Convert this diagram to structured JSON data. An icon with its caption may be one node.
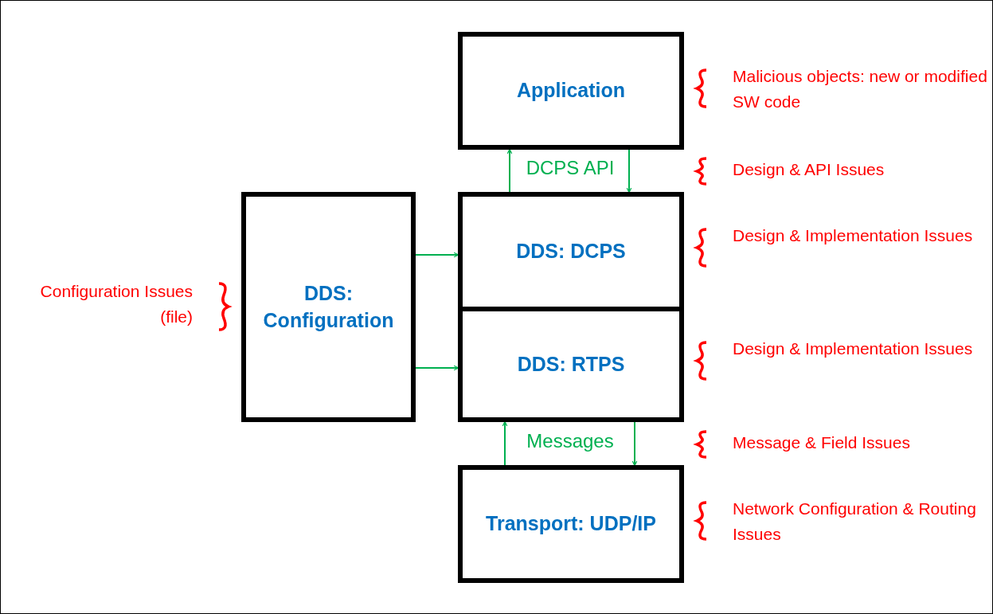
{
  "diagram": {
    "nodes": [
      {
        "text": [
          "Application"
        ],
        "beside": [
          "Malicious objects: new or modified SW code"
        ]
      },
      {
        "text": [
          "DDS: DCPS"
        ],
        "beside": [
          "Design & Implementation Issues"
        ]
      },
      {
        "text": [
          "DDS: RTPS"
        ],
        "beside": [
          "Design & Implementation Issues"
        ]
      },
      {
        "text": [
          "Transport: UDP/IP"
        ],
        "beside": [
          "Network Configuration & Routing Issues"
        ]
      },
      {
        "text": [
          "DDS: Configuration"
        ],
        "beside": [
          "Configuration Issues (file)"
        ]
      }
    ],
    "edges": [
      {
        "from": 4,
        "to": 1,
        "arrow": "to"
      },
      {
        "from": 4,
        "to": 2,
        "arrow": "to"
      },
      {
        "from": 1,
        "to": 0,
        "arrow": "to"
      },
      {
        "from": 0,
        "to": 1,
        "arrow": "to"
      },
      {
        "from": 3,
        "to": 2,
        "arrow": "to"
      },
      {
        "from": 2,
        "to": 3,
        "arrow": "to"
      }
    ],
    "labels": [
      "DCPS API",
      "Design & API Issues",
      "Messages",
      "Message & Field Issues"
    ]
  }
}
